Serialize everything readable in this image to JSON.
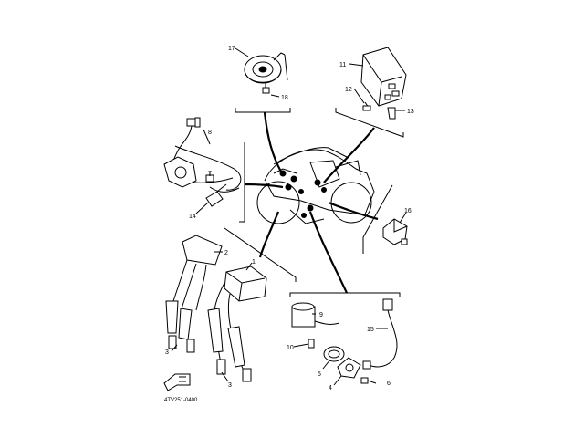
{
  "diagram": {
    "drawing_code": "4TV251-0400",
    "callouts": {
      "c1": "1",
      "c2": "2",
      "c3a": "3",
      "c3b": "3",
      "c4": "4",
      "c5": "5",
      "c6": "6",
      "c7": "7",
      "c8": "8",
      "c9": "9",
      "c10": "10",
      "c11": "11",
      "c12": "12",
      "c13": "13",
      "c14": "14",
      "c15": "15",
      "c16": "16",
      "c17": "17",
      "c18": "18"
    }
  }
}
